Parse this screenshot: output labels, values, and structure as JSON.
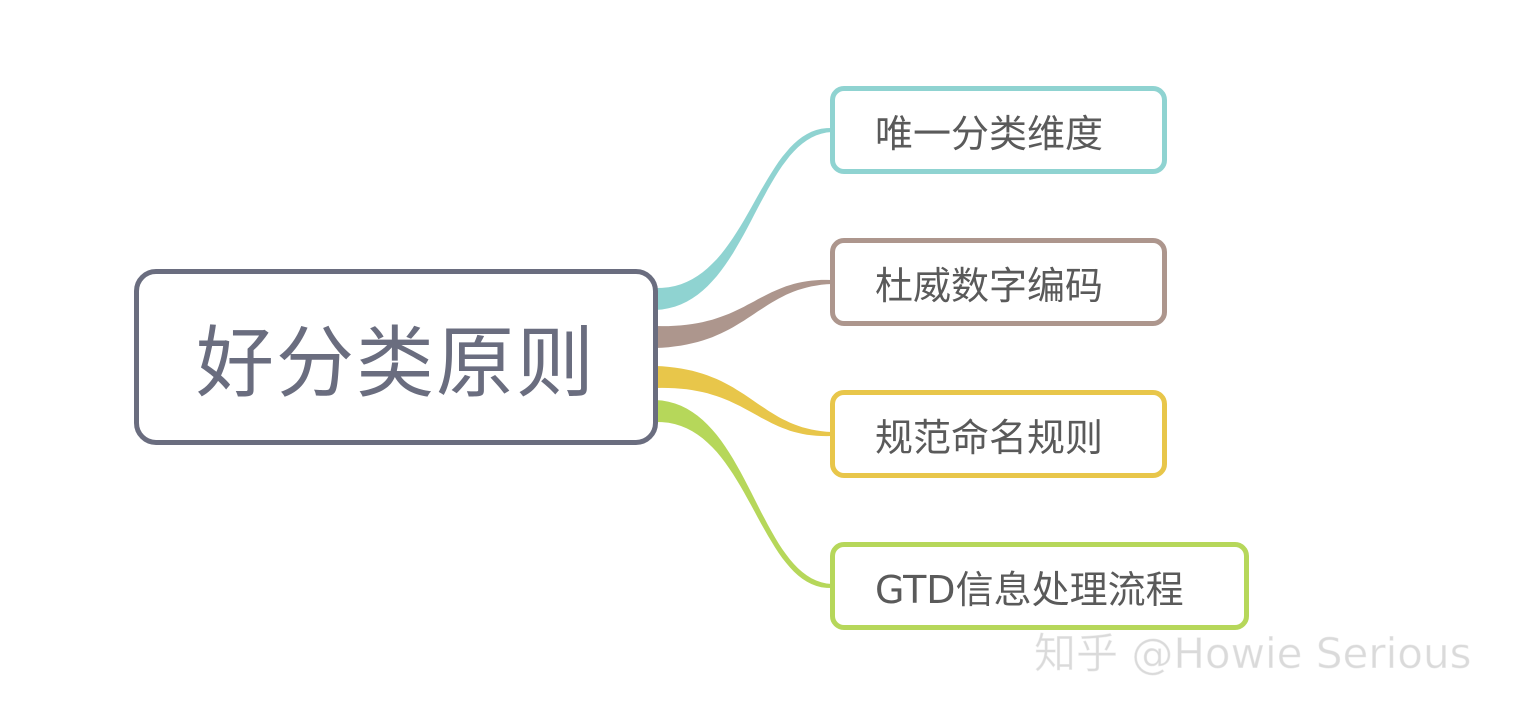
{
  "root": {
    "label": "好分类原则",
    "border_color": "#6a6d7f"
  },
  "branches": [
    {
      "label": "唯一分类维度",
      "color": "#8fd3d1"
    },
    {
      "label": "杜威数字编码",
      "color": "#ad968d"
    },
    {
      "label": "规范命名规则",
      "color": "#e8c64a"
    },
    {
      "label": "GTD信息处理流程",
      "color": "#b6d75a"
    }
  ],
  "watermark": "知乎 @Howie Serious"
}
